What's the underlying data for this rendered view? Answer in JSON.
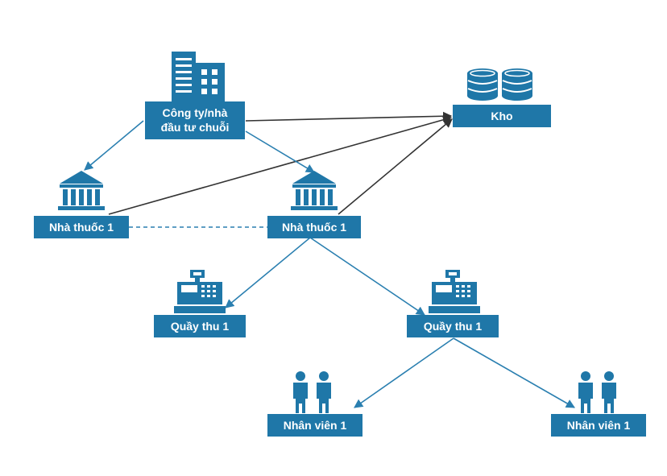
{
  "colors": {
    "node_fill": "#1f77a8",
    "edge_blue": "#2a7fb0",
    "edge_dark": "#333333",
    "label_text": "#ffffff"
  },
  "nodes": {
    "company": {
      "line1": "Công ty/nhà",
      "line2": "đầu tư chuỗi",
      "icon": "building-icon"
    },
    "warehouse": {
      "label": "Kho",
      "icon": "database-icon"
    },
    "pharmacy_left": {
      "label": "Nhà thuốc 1",
      "icon": "bank-icon"
    },
    "pharmacy_center": {
      "label": "Nhà thuốc 1",
      "icon": "bank-icon"
    },
    "counter_left": {
      "label": "Quầy thu 1",
      "icon": "cash-register-icon"
    },
    "counter_center": {
      "label": "Quầy thu 1",
      "icon": "cash-register-icon"
    },
    "staff_left": {
      "label": "Nhân viên 1",
      "icon": "people-icon"
    },
    "staff_right": {
      "label": "Nhân viên 1",
      "icon": "people-icon"
    }
  }
}
